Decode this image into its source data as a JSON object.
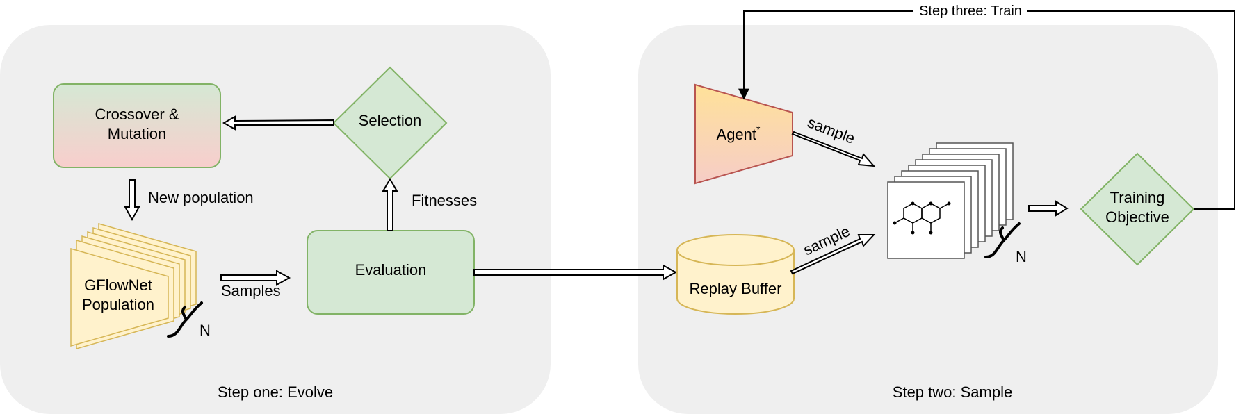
{
  "panels": {
    "left_caption": "Step one: Evolve",
    "right_caption": "Step two: Sample"
  },
  "nodes": {
    "crossover_line1": "Crossover &",
    "crossover_line2": "Mutation",
    "selection": "Selection",
    "population_line1": "GFlowNet",
    "population_line2": "Population",
    "population_count": "N",
    "evaluation": "Evaluation",
    "agent": "Agent",
    "agent_superscript": "*",
    "replay_buffer": "Replay Buffer",
    "samples_count": "N",
    "objective_line1": "Training",
    "objective_line2": "Objective"
  },
  "edges": {
    "new_population": "New population",
    "fitnesses": "Fitnesses",
    "samples": "Samples",
    "agent_sample": "sample",
    "buffer_sample": "sample",
    "train_loop": "Step three: Train"
  },
  "colors": {
    "panel_fill": "#efefef",
    "green_fill": "#d5e8d4",
    "green_stroke": "#82b366",
    "yellow_fill": "#fff2cc",
    "yellow_stroke": "#d6b656",
    "agent_top": "#ffe199",
    "agent_bottom": "#f6cdc7",
    "agent_stroke": "#b85450",
    "crossover_bottom": "#f8cecc"
  }
}
